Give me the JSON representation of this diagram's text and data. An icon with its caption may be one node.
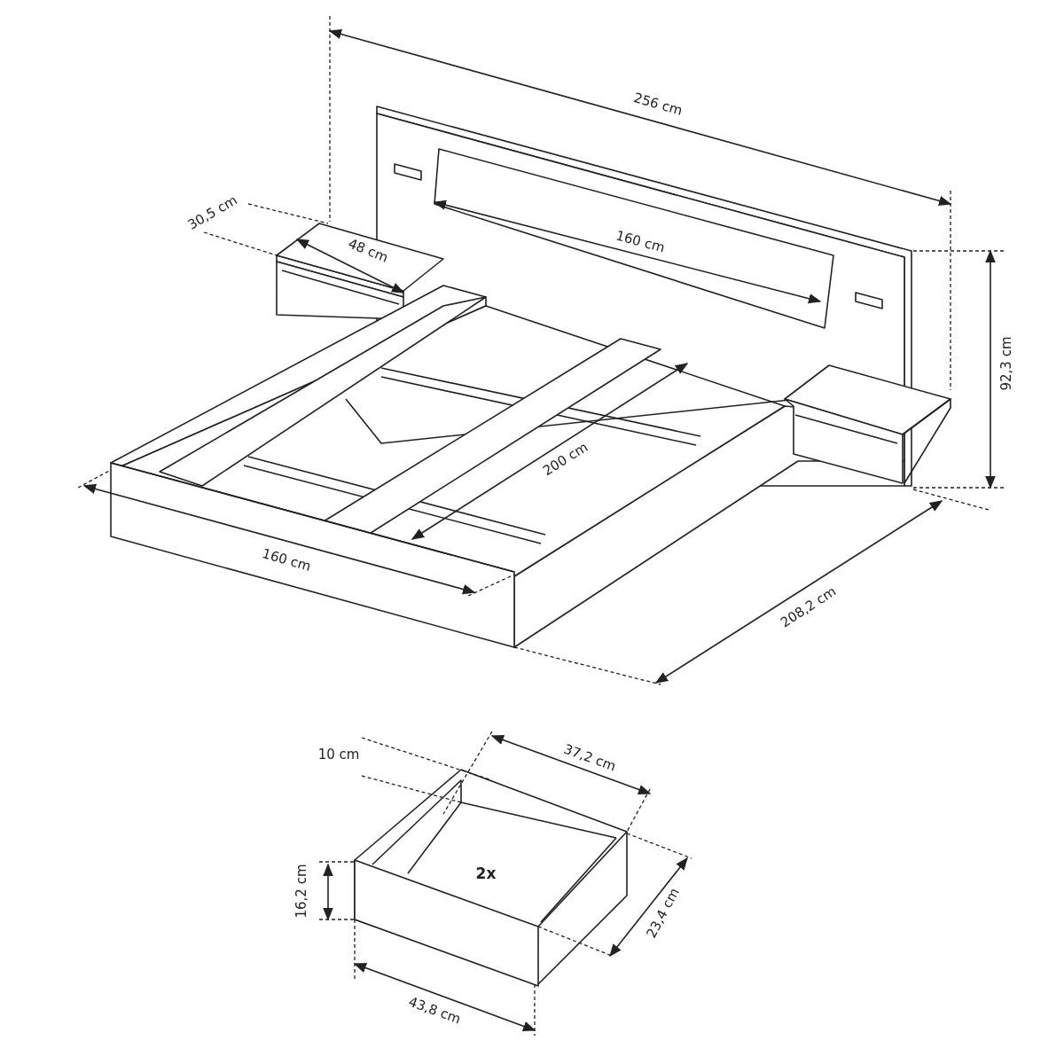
{
  "diagram": {
    "labels": [
      "256 cm",
      "30,5 cm",
      "48 cm",
      "160 cm",
      "92,3 cm",
      "200 cm",
      "160 cm",
      "208,2 cm",
      "10 cm",
      "37,2 cm",
      "2x",
      "16,2 cm",
      "23,4 cm",
      "43,8 cm"
    ]
  }
}
